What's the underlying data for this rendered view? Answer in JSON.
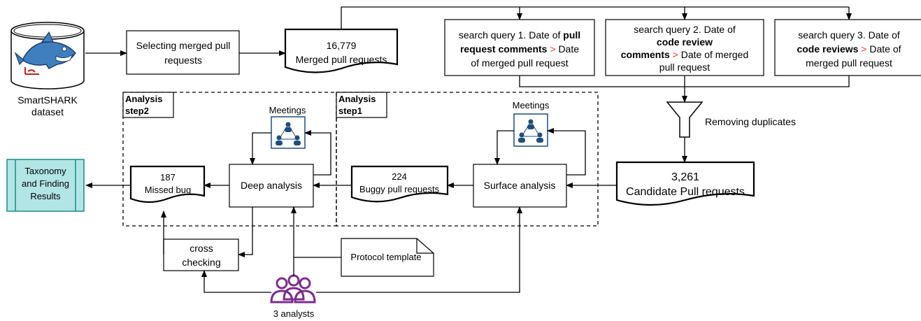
{
  "dataset": {
    "label_line1": "SmartSHARK",
    "label_line2": "dataset"
  },
  "select": {
    "line1": "Selecting merged pull",
    "line2": "requests"
  },
  "merged": {
    "count": "16,779",
    "label": "Merged pull requests"
  },
  "queries": {
    "q1": {
      "l1a": "search query 1. Date of ",
      "l1b": "pull",
      "l2a": "request comments",
      "l2b": " > ",
      "l2c": "Date",
      "l3": "of merged pull request"
    },
    "q2": {
      "l1": "search query 2. Date of",
      "l2": "code review",
      "l3a": "comments",
      "l3b": " > ",
      "l3c": "Date of merged",
      "l4": "pull request"
    },
    "q3": {
      "l1": "search query 3. Date of",
      "l2a": "code reviews",
      "l2b": " > ",
      "l2c": "Date of",
      "l3": "merged pull request"
    }
  },
  "dedup": {
    "label": "Removing duplicates"
  },
  "candidate": {
    "count": "3,261",
    "label": "Candidate Pull requests"
  },
  "step1": {
    "line1": "Analysis",
    "line2": "step1"
  },
  "step2": {
    "line1": "Analysis",
    "line2": "step2"
  },
  "meetings1": {
    "label": "Meetings"
  },
  "meetings2": {
    "label": "Meetings"
  },
  "surface": {
    "label": "Surface analysis"
  },
  "buggy": {
    "count": "224",
    "label": "Buggy pull requests"
  },
  "deep": {
    "label": "Deep analysis"
  },
  "missed": {
    "count": "187",
    "label": "Missed bug"
  },
  "taxonomy": {
    "line1": "Taxonomy",
    "line2": "and Finding",
    "line3": "Results"
  },
  "cross": {
    "line1": "cross",
    "line2": "checking"
  },
  "protocol": {
    "label": "Protocol template"
  },
  "analysts": {
    "label": "3 analysts"
  },
  "colors": {
    "highlight_gt": "#ff3333",
    "taxonomy_fill": "#b2e5e5",
    "taxonomy_stroke": "#1b8a8a",
    "meeting_icon": "#1f4e79",
    "analysts_icon": "#7b2e8e"
  }
}
